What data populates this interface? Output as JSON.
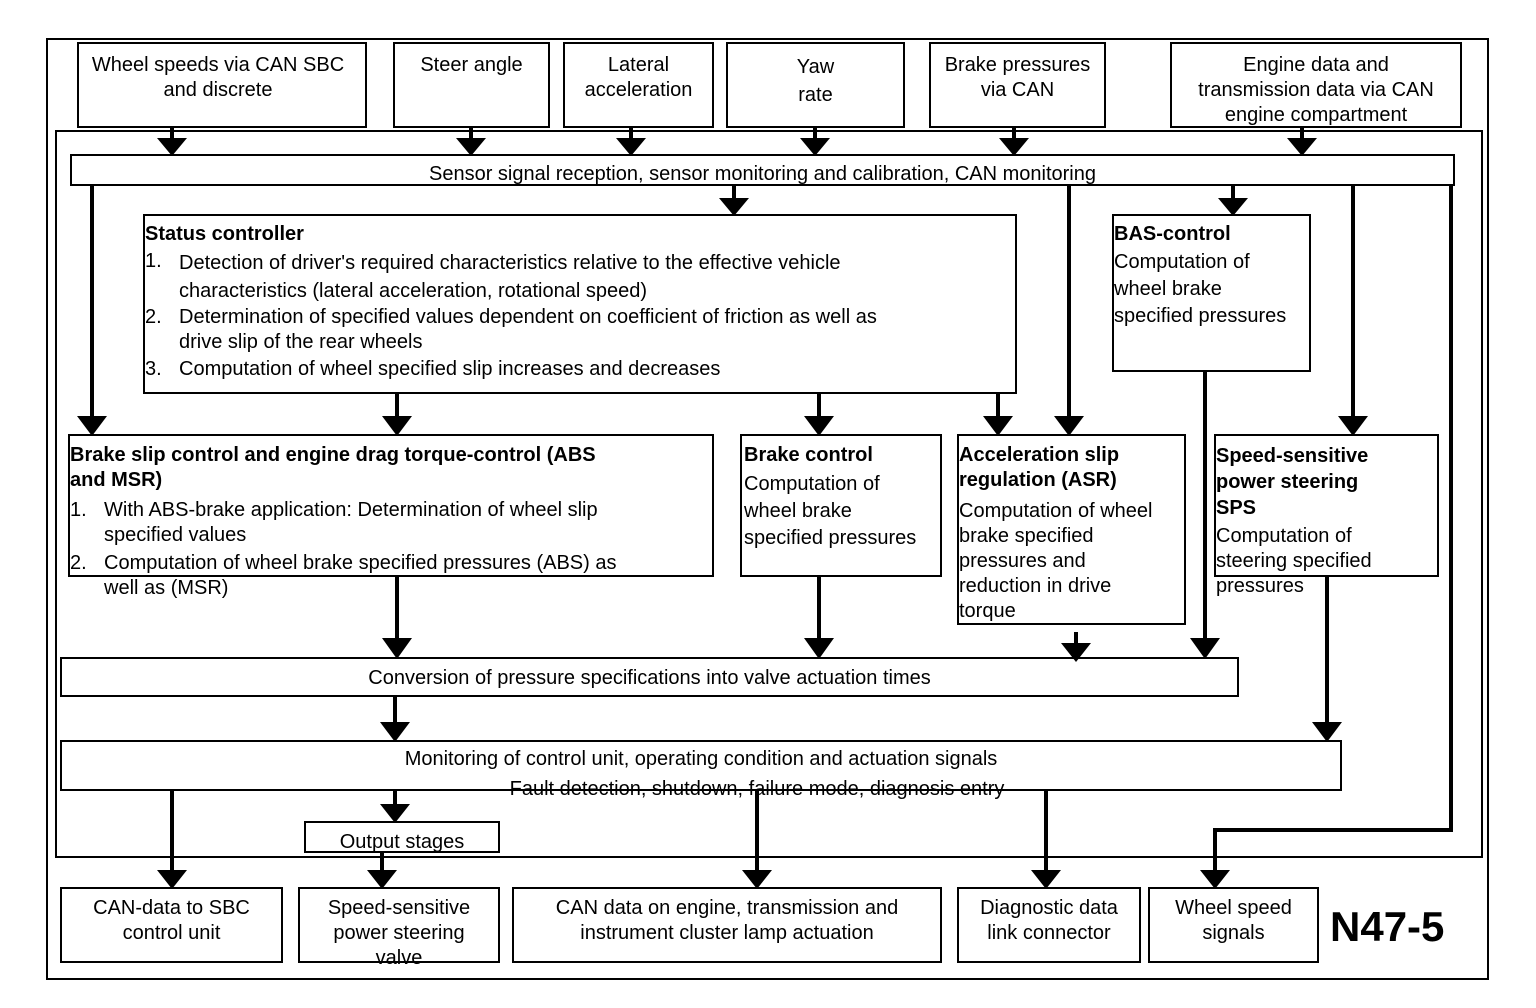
{
  "inputs": {
    "wheel_speeds": "Wheel speeds via CAN SBC\nand discrete",
    "steer_angle": "Steer angle",
    "lateral_accel": "Lateral\nacceleration",
    "yaw_rate": "Yaw\nrate",
    "brake_pressures": "Brake pressures\nvia CAN",
    "engine_data": "Engine data and\ntransmission data via CAN\nengine compartment"
  },
  "sensor_bar": "Sensor signal reception, sensor monitoring and calibration, CAN monitoring",
  "status_controller": {
    "title": "Status controller",
    "items": [
      {
        "n": "1.",
        "text": "Detection of driver's required characteristics relative to the effective vehicle\ncharacteristics (lateral acceleration, rotational speed)"
      },
      {
        "n": "2.",
        "text": "Determination of specified values dependent on coefficient of friction as well as\ndrive slip of the rear wheels"
      },
      {
        "n": "3.",
        "text": "Computation of wheel specified slip increases and decreases"
      }
    ]
  },
  "bas": {
    "title": "BAS-control",
    "body": "Computation of\nwheel brake\nspecified pressures"
  },
  "abs": {
    "title": "Brake slip control and engine drag torque-control (ABS\nand MSR)",
    "items": [
      {
        "n": "1.",
        "text": "With ABS-brake application: Determination of wheel slip\nspecified values"
      },
      {
        "n": "2.",
        "text": "Computation of wheel brake specified pressures (ABS) as\nwell as (MSR)"
      }
    ]
  },
  "brake_control": {
    "title": "Brake control",
    "body": "Computation of\nwheel brake\nspecified pressures"
  },
  "asr": {
    "title": "Acceleration slip\nregulation (ASR)",
    "body": "Computation of wheel\nbrake specified\npressures and\nreduction in drive\ntorque"
  },
  "sps": {
    "title": "Speed-sensitive\npower steering\nSPS",
    "body": "Computation of\nsteering specified\npressures"
  },
  "conversion_bar": "Conversion of pressure specifications into valve actuation times",
  "monitoring_bar": {
    "line1": "Monitoring of control unit, operating condition and actuation signals",
    "line2": "Fault detection, shutdown, failure mode, diagnosis entry"
  },
  "output_stages": "Output stages",
  "outputs": {
    "can_sbc": "CAN-data to SBC\ncontrol unit",
    "sps_valve": "Speed-sensitive\npower steering\nvalve",
    "can_engine": "CAN data on engine, transmission and\ninstrument cluster lamp actuation",
    "diag": "Diagnostic data\nlink connector",
    "wheel_speed": "Wheel speed\nsignals"
  },
  "component_code": "N47-5",
  "colors": {
    "line": "#000000",
    "background": "#ffffff"
  }
}
